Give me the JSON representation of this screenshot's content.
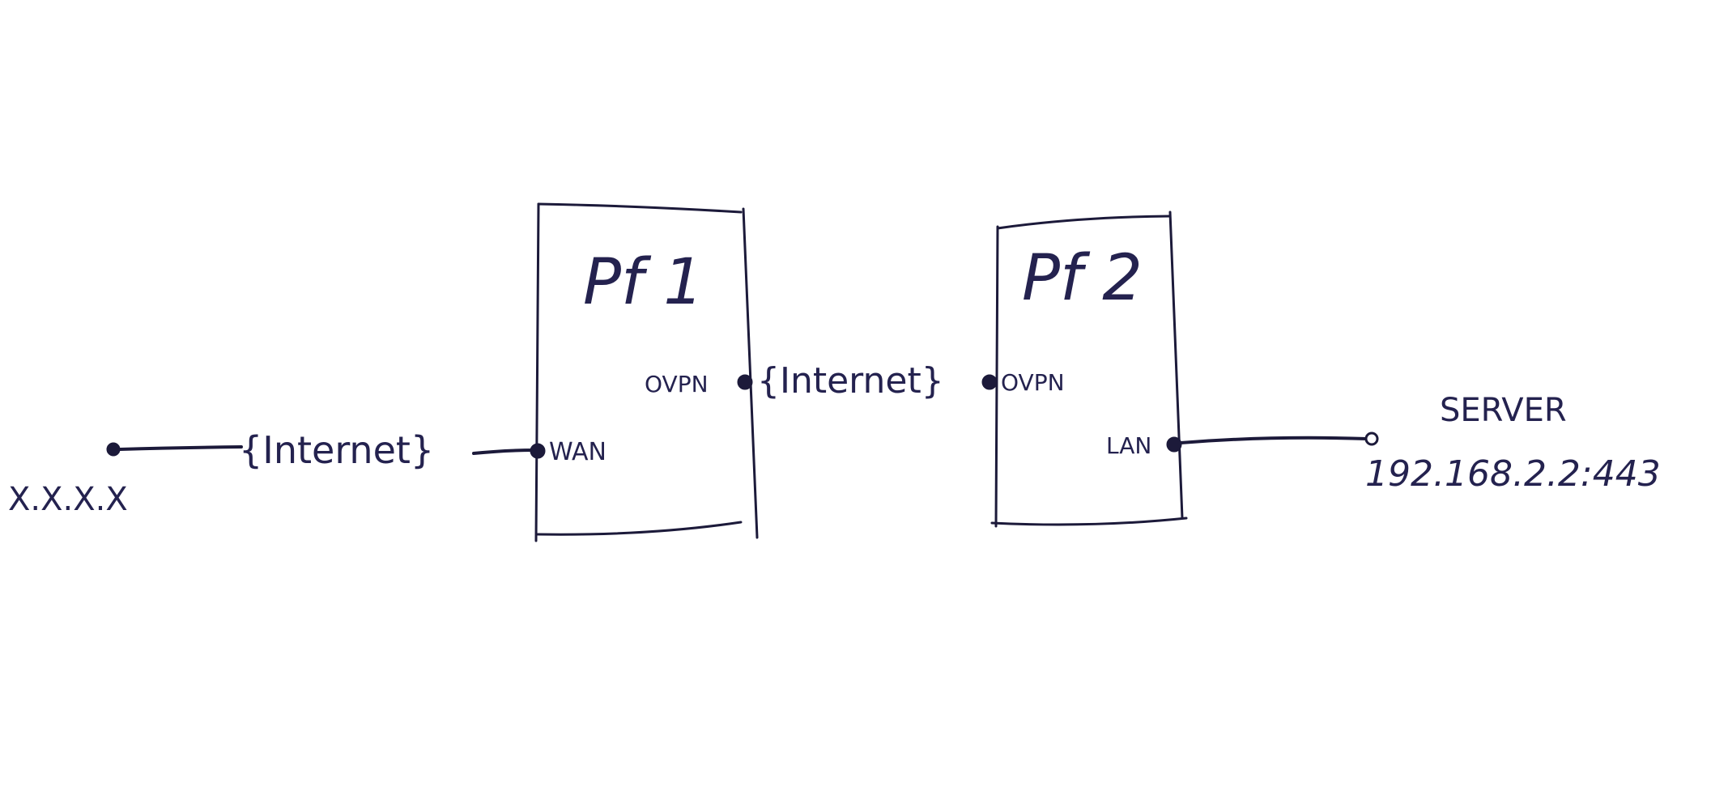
{
  "diagram": {
    "client": {
      "label": "X.X.X.X"
    },
    "internet_1": {
      "label": "{Internet}"
    },
    "pf1": {
      "label": "Pf 1",
      "wan_label": "WAN",
      "ovpn_label": "OVPN"
    },
    "internet_2": {
      "label": "{Internet}"
    },
    "pf2": {
      "label": "Pf 2",
      "ovpn_label": "OVPN",
      "lan_label": "LAN"
    },
    "server": {
      "label": "SERVER",
      "address": "192.168.2.2:443"
    }
  },
  "colors": {
    "ink": "#1c1a3a",
    "text": "#24224f",
    "background": "#ffffff"
  }
}
